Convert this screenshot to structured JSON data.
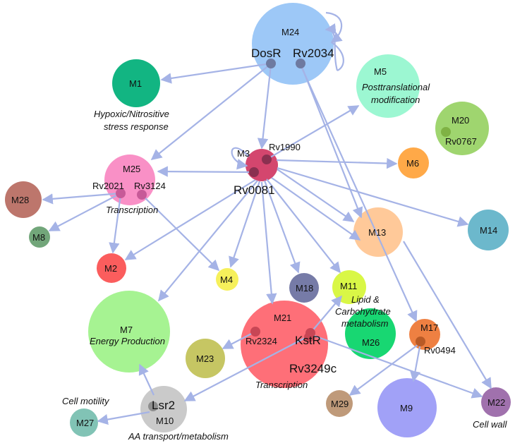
{
  "modules": {
    "M24": {
      "label": "M24",
      "color": "#9dc8f7"
    },
    "M1": {
      "label": "M1",
      "color": "#12b582"
    },
    "M5": {
      "label": "M5",
      "color": "#9cf7d2"
    },
    "M20": {
      "label": "M20",
      "color": "#9fd56f"
    },
    "M6": {
      "label": "M6",
      "color": "#ffa948"
    },
    "M3": {
      "label": "M3",
      "color": "#d4466e"
    },
    "M25": {
      "label": "M25",
      "color": "#f990c6"
    },
    "M28": {
      "label": "M28",
      "color": "#bd766c"
    },
    "M8": {
      "label": "M8",
      "color": "#72a67a"
    },
    "M2": {
      "label": "M2",
      "color": "#fb5d5d"
    },
    "M4": {
      "label": "M4",
      "color": "#f6f05b"
    },
    "M13": {
      "label": "M13",
      "color": "#ffc999"
    },
    "M14": {
      "label": "M14",
      "color": "#6cb8cc"
    },
    "M18": {
      "label": "M18",
      "color": "#767ba7"
    },
    "M11": {
      "label": "M11",
      "color": "#d9f746"
    },
    "M7": {
      "label": "M7",
      "color": "#a6f392"
    },
    "M21": {
      "label": "M21",
      "color": "#fe6f78"
    },
    "M26": {
      "label": "M26",
      "color": "#18d772"
    },
    "M17": {
      "label": "M17",
      "color": "#ee8042"
    },
    "M23": {
      "label": "M23",
      "color": "#c6c663"
    },
    "M10": {
      "label": "M10",
      "color": "#cacaca"
    },
    "M27": {
      "label": "M27",
      "color": "#81c3b5"
    },
    "M29": {
      "label": "M29",
      "color": "#bf9a7a"
    },
    "M9": {
      "label": "M9",
      "color": "#a1a1f7"
    },
    "M22": {
      "label": "M22",
      "color": "#a071ad"
    }
  },
  "genes": {
    "DosR": "DosR",
    "Rv2034": "Rv2034",
    "Rv1990": "Rv1990",
    "Rv0081": "Rv0081",
    "Rv0767": "Rv0767",
    "Rv2021": "Rv2021",
    "Rv3124": "Rv3124",
    "Rv2324": "Rv2324",
    "KstR": "KstR",
    "Rv3249c": "Rv3249c",
    "Rv0494": "Rv0494",
    "Lsr2": "Lsr2"
  },
  "annotations": {
    "hypoxic1": "Hypoxic/Nitrositive",
    "hypoxic2": "stress response",
    "posttrans1": "Posttranslational",
    "posttrans2": "modification",
    "transcription_m25": "Transcription",
    "energy": "Energy Production",
    "lipid1": "Lipid &",
    "lipid2": "Carbohydrate",
    "lipid3": "metabolism",
    "transcription_m21": "Transcription",
    "cell_motility": "Cell motility",
    "aa_transport": "AA transport/metabolism",
    "cell_wall": "Cell wall"
  },
  "edge_color": "#a5b3e6",
  "gene_dot_color": "#6e7aa0"
}
